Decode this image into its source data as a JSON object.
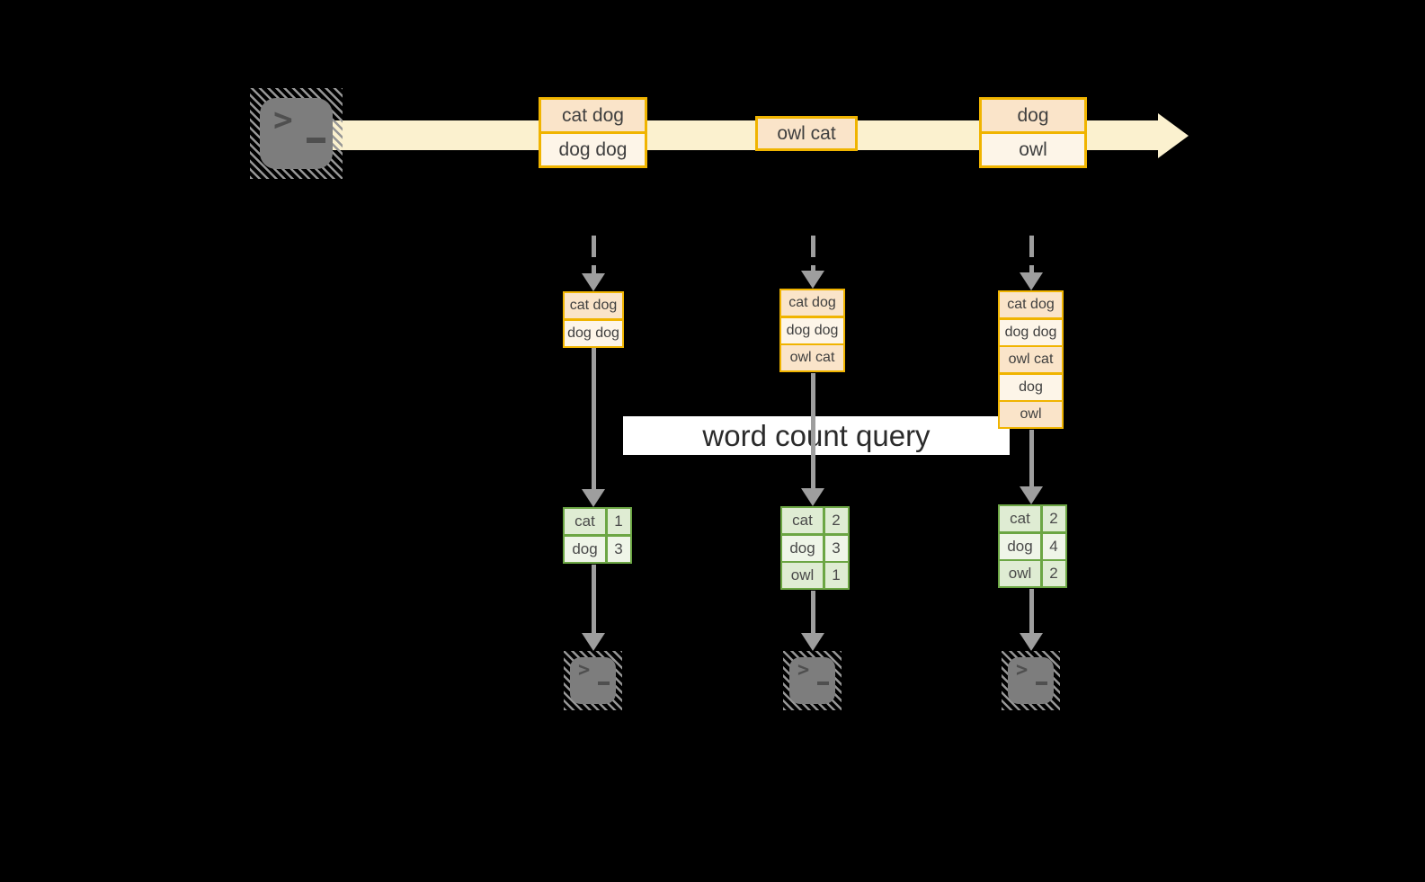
{
  "title": "streaming word count diagram",
  "banner": {
    "label": "word count query"
  },
  "timeline": {
    "batches": [
      {
        "lines": [
          "cat dog",
          "dog dog"
        ]
      },
      {
        "lines": [
          "owl cat"
        ]
      },
      {
        "lines": [
          "dog",
          "owl"
        ]
      }
    ]
  },
  "columns": [
    {
      "stack": [
        "cat dog",
        "dog dog"
      ],
      "table": [
        {
          "word": "cat",
          "count": "1"
        },
        {
          "word": "dog",
          "count": "3"
        }
      ]
    },
    {
      "stack": [
        "cat dog",
        "dog dog",
        "owl cat"
      ],
      "table": [
        {
          "word": "cat",
          "count": "2"
        },
        {
          "word": "dog",
          "count": "3"
        },
        {
          "word": "owl",
          "count": "1"
        }
      ]
    },
    {
      "stack": [
        "cat dog",
        "dog dog",
        "owl cat",
        "dog",
        "owl"
      ],
      "table": [
        {
          "word": "cat",
          "count": "2"
        },
        {
          "word": "dog",
          "count": "4"
        },
        {
          "word": "owl",
          "count": "2"
        }
      ]
    }
  ],
  "icons": {
    "terminal_prompt": ">",
    "terminal_cursor": "_"
  },
  "colors": {
    "background": "#000000",
    "stream_band": "#FBF1CF",
    "orange_border": "#F0B400",
    "cell_peach": "#FAE4C9",
    "cell_cream": "#FDF5E8",
    "green_border": "#6CA644",
    "green_cell": "#DFECD3",
    "green_cell_light": "#EFF5E8",
    "arrow_gray": "#9E9E9E",
    "terminal_gray": "#7D7D7D",
    "banner_bg": "#FFFFFF",
    "text_dark": "#3F3F3F"
  }
}
